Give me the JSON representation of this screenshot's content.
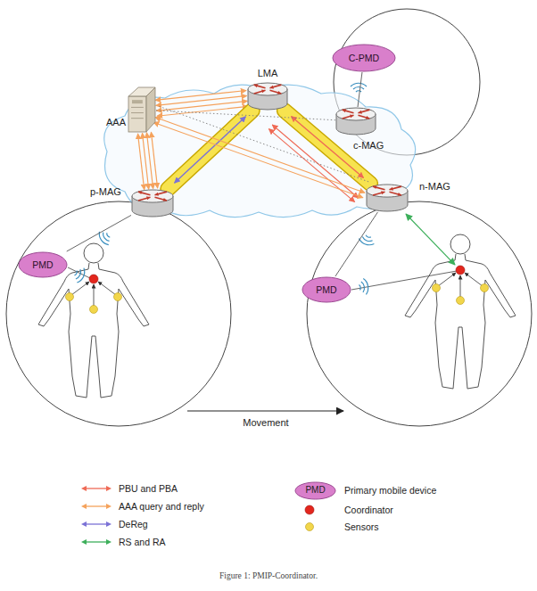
{
  "diagram": {
    "caption": "Figure 1: PMIP-Coordinator.",
    "nodes": [
      {
        "text": [
          "C-PMD"
        ]
      },
      {
        "text": [
          "LMA"
        ]
      },
      {
        "text": [
          "AAA"
        ]
      },
      {
        "text": [
          "c-MAG"
        ]
      },
      {
        "text": [
          "p-MAG"
        ]
      },
      {
        "text": [
          "n-MAG"
        ]
      },
      {
        "text": [
          "PMD"
        ]
      },
      {
        "text": [
          "PMD"
        ]
      }
    ],
    "edges": [
      {
        "from": 2,
        "to": 1,
        "arrow": "both"
      },
      {
        "from": 2,
        "to": 4,
        "arrow": "both"
      },
      {
        "from": 4,
        "to": 1,
        "arrow": "both"
      },
      {
        "from": 1,
        "to": 5,
        "arrow": "both"
      },
      {
        "from": 1,
        "to": 5,
        "arrow": "both"
      },
      {
        "from": 2,
        "to": 5,
        "arrow": "both"
      },
      {
        "from": 2,
        "to": 3,
        "arrow": "none"
      },
      {
        "from": 2,
        "to": 5,
        "arrow": "none"
      },
      {
        "from": 4,
        "to": 6,
        "arrow": "none"
      },
      {
        "from": 5,
        "to": 7,
        "arrow": "none"
      },
      {
        "from": 3,
        "to": 0,
        "arrow": "none"
      }
    ],
    "labels": [
      "Movement",
      "PMD"
    ],
    "legend": [
      {
        "text": "PBU and PBA"
      },
      {
        "text": "AAA query and reply"
      },
      {
        "text": "DeReg"
      },
      {
        "text": "RS and RA"
      },
      {
        "text": "Primary mobile device",
        "color": "#d97fcb"
      },
      {
        "text": "Coordinator",
        "color": "#e3261d"
      },
      {
        "text": "Sensors",
        "color": "#f2d64b"
      }
    ]
  }
}
